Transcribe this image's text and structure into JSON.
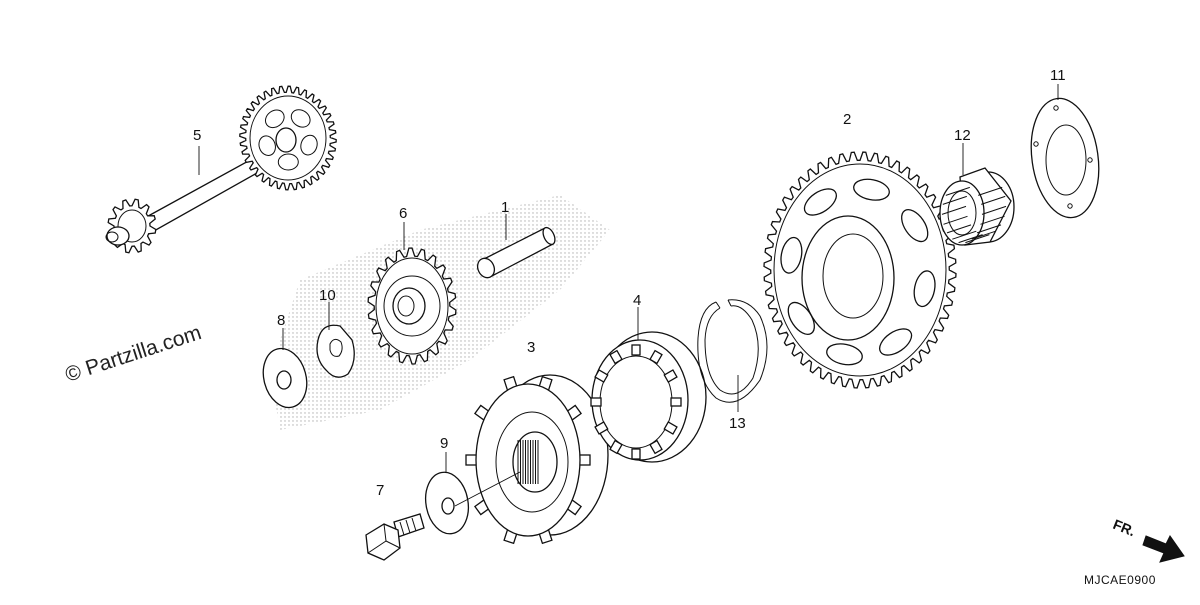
{
  "watermark": "© Partzilla.com",
  "diagram_code": "MJCAE0900",
  "front_marker": "FR.",
  "callouts": {
    "p1": "1",
    "p2": "2",
    "p3": "3",
    "p4": "4",
    "p5": "5",
    "p6": "6",
    "p7": "7",
    "p8": "8",
    "p9": "9",
    "p10": "10",
    "p11": "11",
    "p12": "12",
    "p13": "13"
  }
}
